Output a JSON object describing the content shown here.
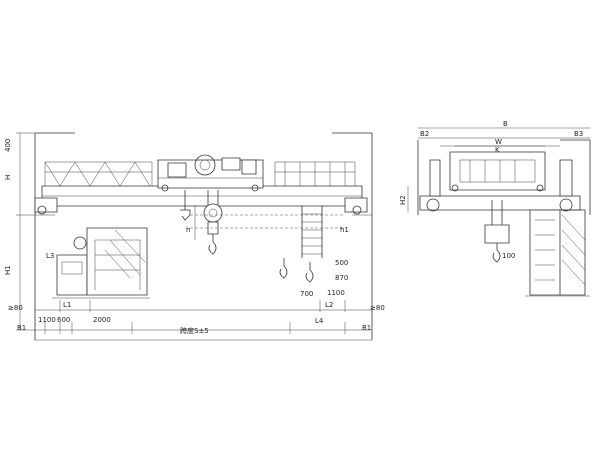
{
  "labels": {
    "H": "H",
    "H1": "H1",
    "h": "h",
    "h1": "h1",
    "L1": "L1",
    "L2": "L2",
    "L3": "L3",
    "L4": "L4",
    "B1_left": "B1",
    "B1_right": "B1",
    "gt80_left": "≥80",
    "gt80_right": "≥80",
    "d1100": "1100",
    "d600": "600",
    "d2000": "2000",
    "span": "跨度S±5",
    "r500": "500",
    "r870": "870",
    "r1100": "1100",
    "r700": "700",
    "dim_400": "400",
    "B": "B",
    "B2": "B2",
    "B3": "B3",
    "W": "W",
    "K": "K",
    "H2": "H2",
    "d100": "100"
  }
}
